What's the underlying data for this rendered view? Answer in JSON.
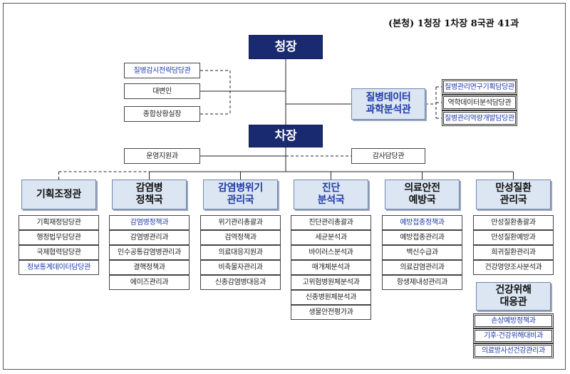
{
  "header": {
    "summary": "(본청) 1청장 1차장 8국관 41과"
  },
  "top": {
    "commissioner": "청장",
    "vice": "차장",
    "commissioner_staff": [
      {
        "label": "질병감시전략담당관",
        "color": "blue"
      },
      {
        "label": "대변인",
        "color": "black"
      },
      {
        "label": "종합상황실장",
        "color": "black"
      }
    ],
    "data_office": {
      "label": [
        "질병데이터",
        "과학분석관"
      ],
      "members": [
        {
          "label": "질병관리연구기획담당관",
          "color": "blue"
        },
        {
          "label": "역학데이터분석담당관",
          "color": "black"
        },
        {
          "label": "질병관리역량개발담당관",
          "color": "blue"
        }
      ]
    },
    "vice_staff": {
      "left": "운영지원과",
      "right": "감사담당관"
    }
  },
  "bureaus": [
    {
      "name": [
        "기획조정관"
      ],
      "color": "black",
      "members": [
        {
          "label": "기획재정담당관",
          "color": "black"
        },
        {
          "label": "행정법무담당관",
          "color": "black"
        },
        {
          "label": "국제협력담당관",
          "color": "black"
        },
        {
          "label": "정보통계데이터담당관",
          "color": "blue"
        }
      ]
    },
    {
      "name": [
        "감염병",
        "정책국"
      ],
      "color": "black",
      "members": [
        {
          "label": "감염병정책과",
          "color": "blue"
        },
        {
          "label": "감염병관리과",
          "color": "black"
        },
        {
          "label": "인수공통감염병관리과",
          "color": "black"
        },
        {
          "label": "결핵정책과",
          "color": "black"
        },
        {
          "label": "에이즈관리과",
          "color": "black"
        }
      ]
    },
    {
      "name": [
        "감염병위기",
        "관리국"
      ],
      "color": "blue",
      "members": [
        {
          "label": "위기관리총괄과",
          "color": "black"
        },
        {
          "label": "검역정책과",
          "color": "black"
        },
        {
          "label": "의료대응지원과",
          "color": "black"
        },
        {
          "label": "비축물자관리과",
          "color": "black"
        },
        {
          "label": "신종감염병대응과",
          "color": "black"
        }
      ]
    },
    {
      "name": [
        "진단",
        "분석국"
      ],
      "color": "blue",
      "members": [
        {
          "label": "진단관리총괄과",
          "color": "black"
        },
        {
          "label": "세균분석과",
          "color": "black"
        },
        {
          "label": "바이러스분석과",
          "color": "black"
        },
        {
          "label": "매개체분석과",
          "color": "black"
        },
        {
          "label": "고위험병원체분석과",
          "color": "black"
        },
        {
          "label": "신종병원체분석과",
          "color": "black"
        },
        {
          "label": "생물안전평가과",
          "color": "black"
        }
      ]
    },
    {
      "name": [
        "의료안전",
        "예방국"
      ],
      "color": "black",
      "members": [
        {
          "label": "예방접종정책과",
          "color": "blue"
        },
        {
          "label": "예방접종관리과",
          "color": "black"
        },
        {
          "label": "백신수급과",
          "color": "black"
        },
        {
          "label": "의료감염관리과",
          "color": "black"
        },
        {
          "label": "항생제내성관리과",
          "color": "black"
        }
      ]
    },
    {
      "name": [
        "만성질환",
        "관리국"
      ],
      "color": "black",
      "members": [
        {
          "label": "만성질환총괄과",
          "color": "black"
        },
        {
          "label": "만성질환예방과",
          "color": "black"
        },
        {
          "label": "희귀질환관리과",
          "color": "black"
        },
        {
          "label": "건강영양조사분석과",
          "color": "black"
        }
      ]
    }
  ],
  "sub_bureau": {
    "name": [
      "건강위해",
      "대응관"
    ],
    "color": "black",
    "members": [
      {
        "label": "손상예방정책과",
        "color": "blue"
      },
      {
        "label": "기후·건강위해대비과",
        "color": "blue"
      },
      {
        "label": "의료방사선건강관리과",
        "color": "blue"
      }
    ]
  }
}
